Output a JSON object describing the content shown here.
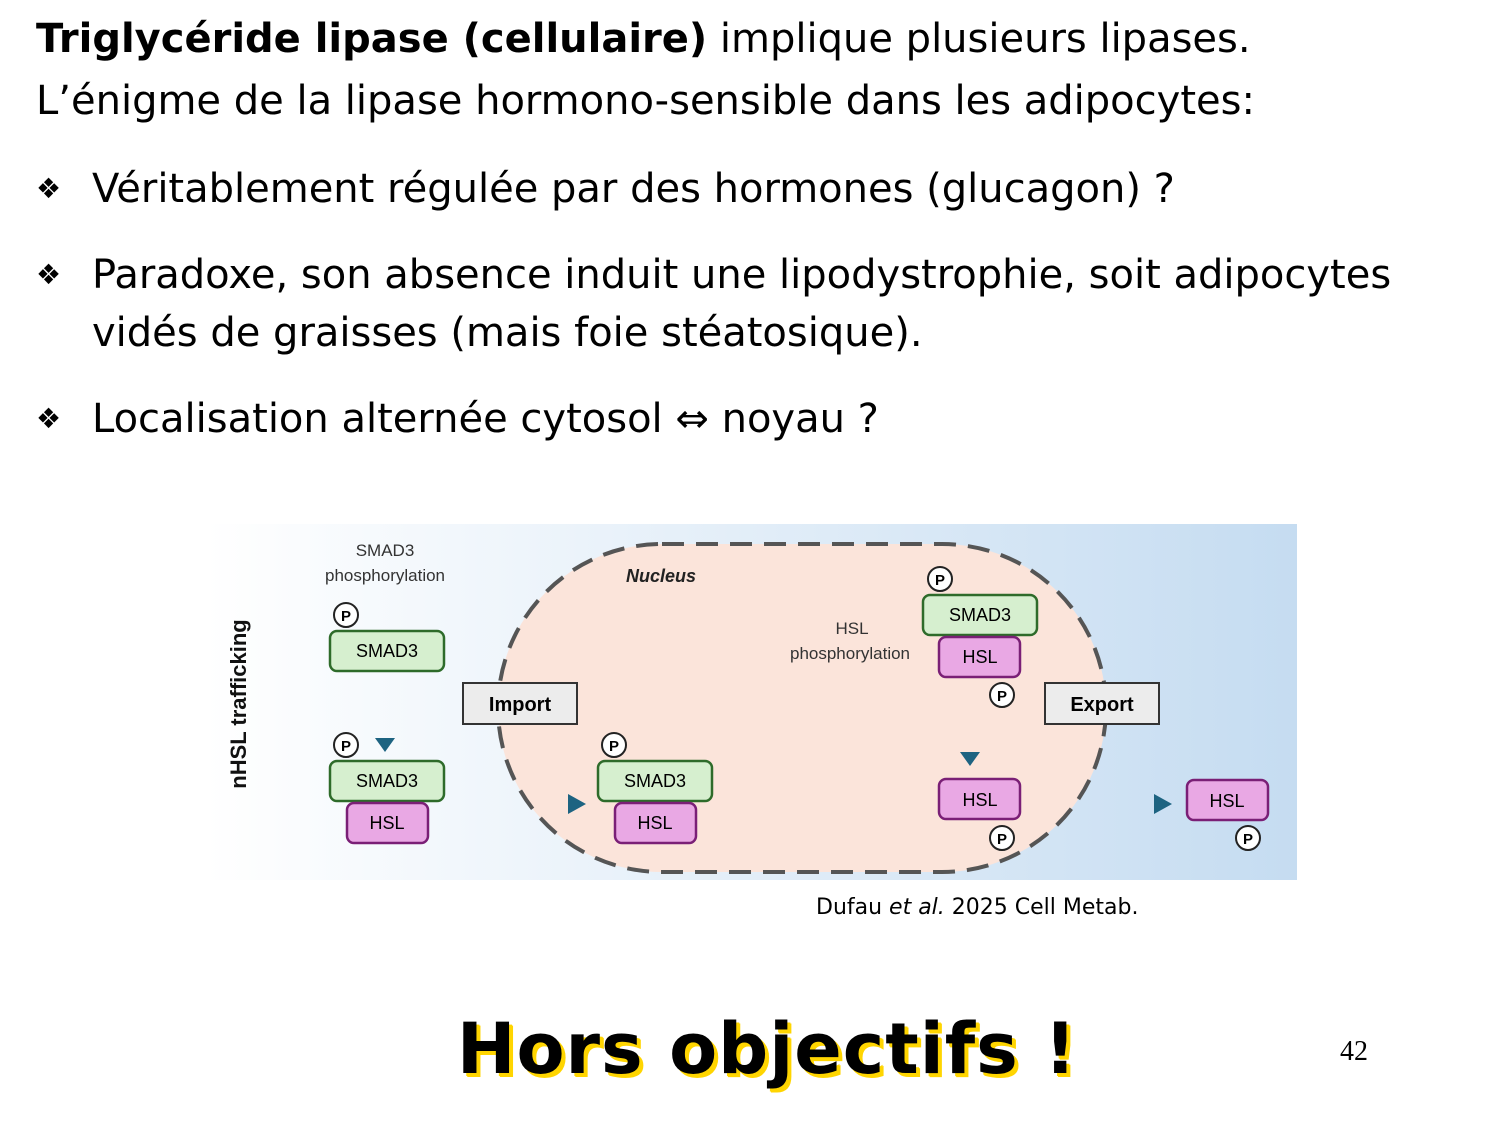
{
  "title": {
    "bold": "Triglycéride lipase (cellulaire)",
    "rest": " implique plusieurs lipases.",
    "line2": "L’énigme de la lipase hormono-sensible dans les adipocytes:"
  },
  "bullets": [
    {
      "mark": "❖",
      "lines": [
        "Véritablement régulée par des hormones (glucagon) ?"
      ]
    },
    {
      "mark": "❖",
      "lines": [
        "Paradoxe, son absence induit une lipodystrophie, soit adipocytes",
        "vidés de graisses (mais foie stéatosique)."
      ]
    },
    {
      "mark": "❖",
      "lines": [
        "Localisation alternée cytosol ⇔ noyau ?"
      ]
    }
  ],
  "figure": {
    "side_label": "nHSL trafficking",
    "nucleus_label": "Nucleus",
    "smad3_phos": [
      "SMAD3",
      "phosphorylation"
    ],
    "hsl_phos": [
      "HSL",
      "phosphorylation"
    ],
    "import_label": "Import",
    "export_label": "Export",
    "smad3": "SMAD3",
    "hsl": "HSL",
    "p": "P",
    "colors": {
      "smad3_fill": "#d6efcf",
      "smad3_stroke": "#2e6b2a",
      "hsl_fill": "#e9a8e4",
      "hsl_stroke": "#7a1f76",
      "arrow": "#1d6381",
      "nucleus_fill": "#fbe4da"
    }
  },
  "citation": {
    "author": "Dufau ",
    "etal": "et al.",
    "rest": " 2025 Cell Metab."
  },
  "banner": "Hors objectifs !",
  "page_number": "42"
}
